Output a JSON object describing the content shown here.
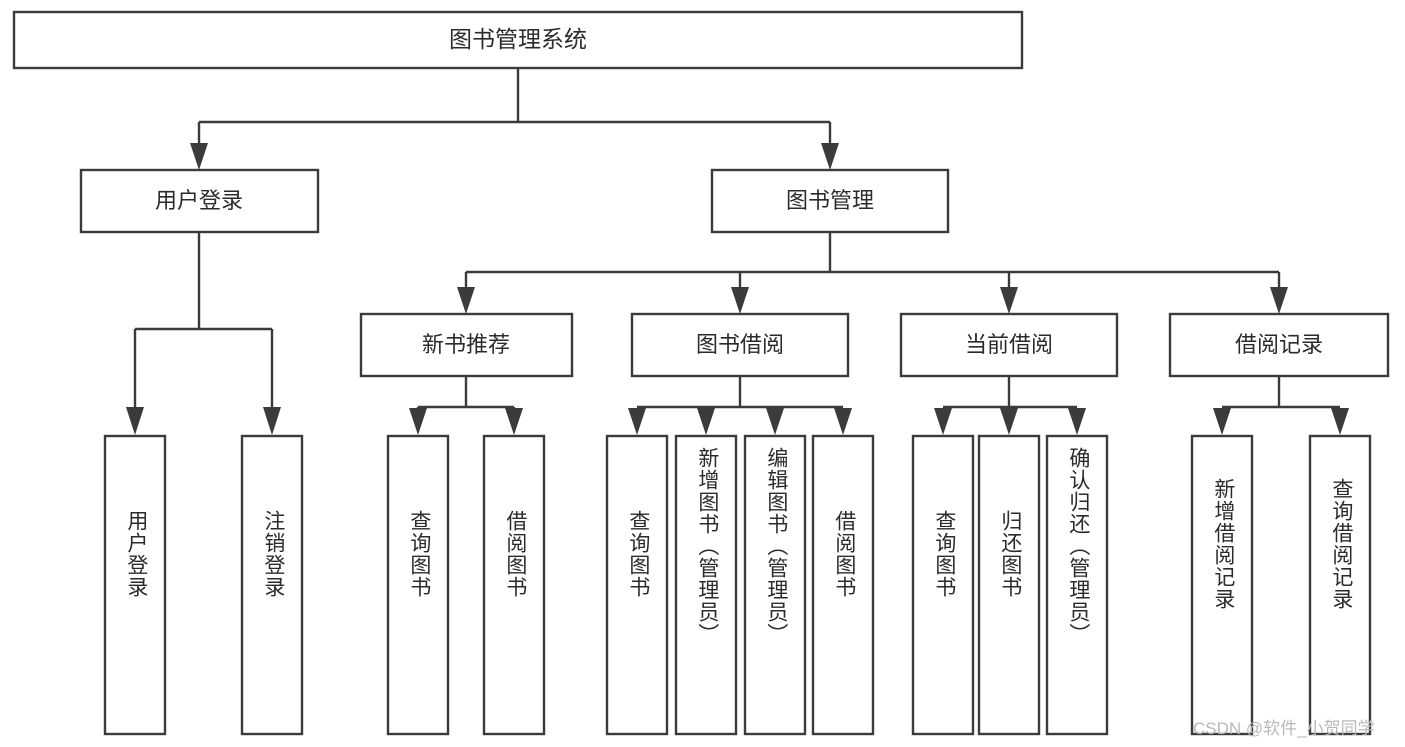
{
  "diagram": {
    "type": "tree-hierarchy",
    "title": "图书管理系统",
    "orientation": "top-down",
    "colors": {
      "box_stroke": "#3b3b3b",
      "box_fill": "#ffffff",
      "text": "#2b2b2b",
      "background": "#ffffff",
      "watermark": "#b9b9b9"
    }
  },
  "root": {
    "label": "图书管理系统"
  },
  "level1": [
    {
      "label": "用户登录"
    },
    {
      "label": "图书管理"
    }
  ],
  "level2": [
    {
      "label": "新书推荐"
    },
    {
      "label": "图书借阅"
    },
    {
      "label": "当前借阅"
    },
    {
      "label": "借阅记录"
    }
  ],
  "leaves": {
    "user_login": [
      {
        "label": "用户登录"
      },
      {
        "label": "注销登录"
      }
    ],
    "new_book_recommend": [
      {
        "label": "查询图书"
      },
      {
        "label": "借阅图书"
      }
    ],
    "book_borrow": [
      {
        "label": "查询图书"
      },
      {
        "label": "新增图书（管理员）"
      },
      {
        "label": "编辑图书（管理员）"
      },
      {
        "label": "借阅图书"
      }
    ],
    "current_borrow": [
      {
        "label": "查询图书"
      },
      {
        "label": "归还图书"
      },
      {
        "label": "确认归还（管理员）"
      }
    ],
    "borrow_record": [
      {
        "label": "新增借阅记录"
      },
      {
        "label": "查询借阅记录"
      }
    ]
  },
  "watermark": {
    "text": "CSDN @软件_小贺同学"
  }
}
